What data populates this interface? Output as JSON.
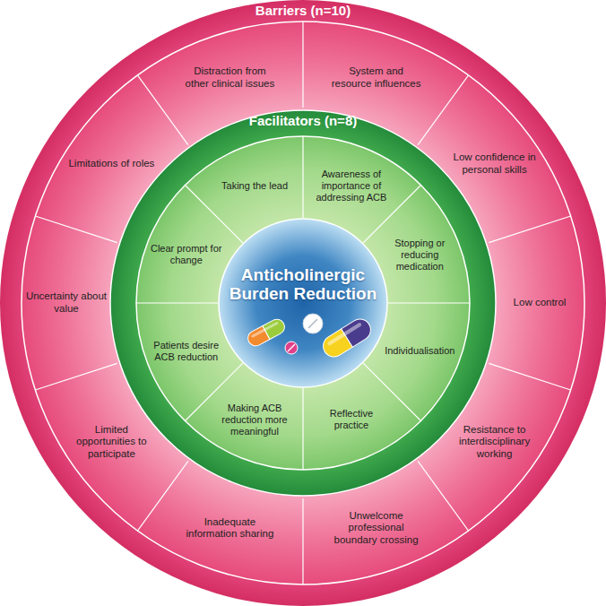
{
  "diagram": {
    "nodes": [
      {
        "text": [
          "Barriers (n=10)"
        ]
      },
      {
        "text": [
          "Distraction from other clinical issues"
        ],
        "in": 0
      },
      {
        "text": [
          "System and resource influences"
        ],
        "in": 0
      },
      {
        "text": [
          "Low confidence in personal skills"
        ],
        "in": 0
      },
      {
        "text": [
          "Low control"
        ],
        "in": 0
      },
      {
        "text": [
          "Resistance to interdisciplinary working"
        ],
        "in": 0
      },
      {
        "text": [
          "Unwelcome professional boundary crossing"
        ],
        "in": 0
      },
      {
        "text": [
          "Inadequate information sharing"
        ],
        "in": 0
      },
      {
        "text": [
          "Limited opportunities to participate"
        ],
        "in": 0
      },
      {
        "text": [
          "Uncertainty about value"
        ],
        "in": 0
      },
      {
        "text": [
          "Limitations of roles"
        ],
        "in": 0
      },
      {
        "text": [
          "Facilitators (n=8)"
        ],
        "in": 0
      },
      {
        "text": [
          "Taking the lead"
        ],
        "in": 11
      },
      {
        "text": [
          "Awareness of importance of addressing ACB"
        ],
        "in": 11
      },
      {
        "text": [
          "Stopping or reducing medication"
        ],
        "in": 11
      },
      {
        "text": [
          "Individualisation"
        ],
        "in": 11
      },
      {
        "text": [
          "Reflective practice"
        ],
        "in": 11
      },
      {
        "text": [
          "Making ACB reduction more meaningful"
        ],
        "in": 11
      },
      {
        "text": [
          "Patients desire ACB reduction"
        ],
        "in": 11
      },
      {
        "text": [
          "Clear prompt for change"
        ],
        "in": 11
      },
      {
        "text": [
          "Anticholinergic Burden Reduction"
        ],
        "in": 11
      }
    ]
  }
}
